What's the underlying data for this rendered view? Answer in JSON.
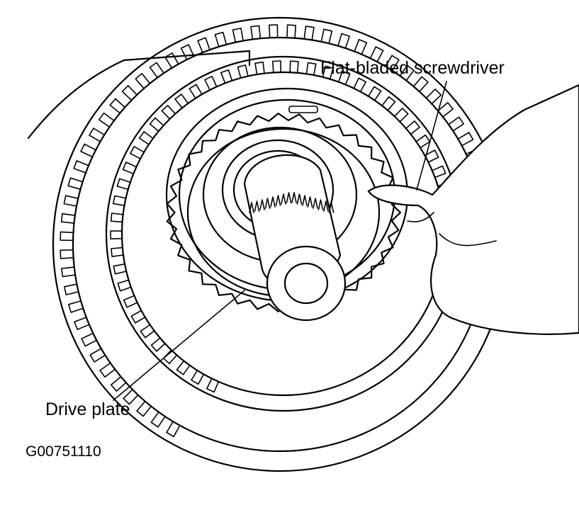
{
  "labels": {
    "screwdriver": "Flat-bladed screwdriver",
    "drive_plate": "Drive plate",
    "figure_code": "G00751110"
  }
}
